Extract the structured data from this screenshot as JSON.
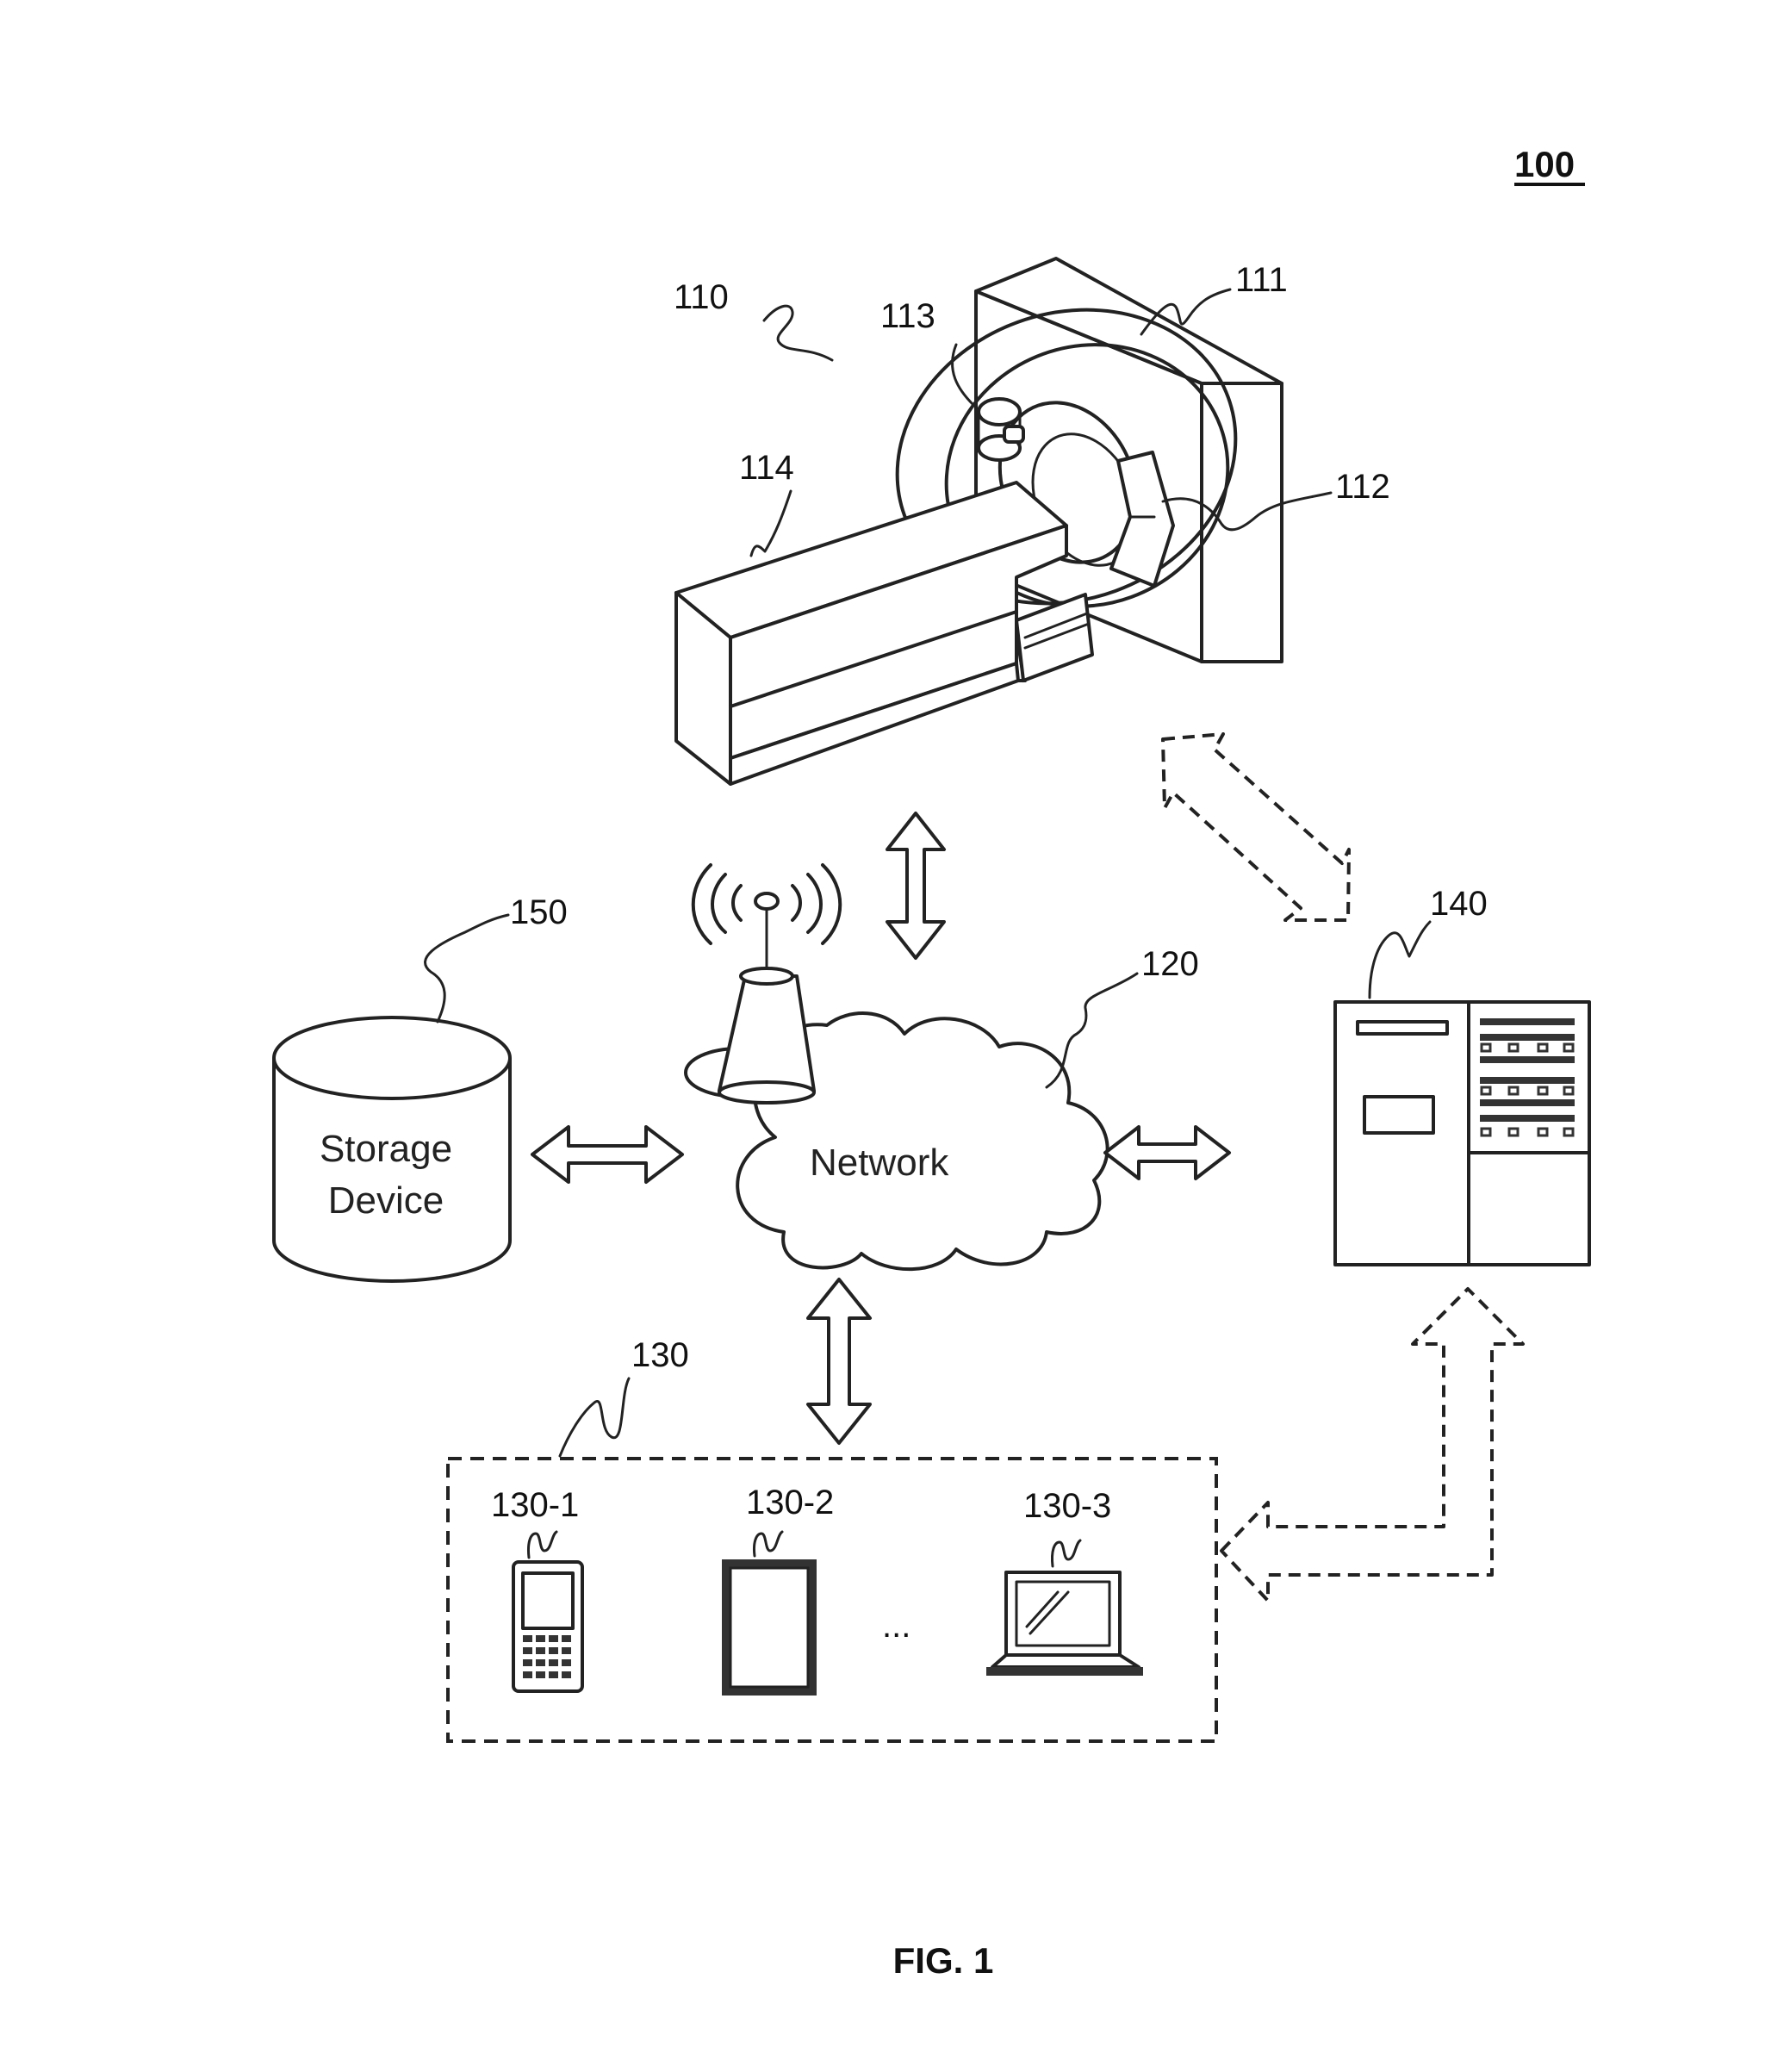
{
  "figure_label": "FIG. 1",
  "system_ref": "100",
  "refs": {
    "scanner": "110",
    "gantry": "111",
    "detector": "112",
    "radiation_source": "113",
    "table": "114",
    "network": "120",
    "terminals": "130",
    "terminal_1": "130-1",
    "terminal_2": "130-2",
    "terminal_3": "130-3",
    "processing_device": "140",
    "storage": "150"
  },
  "labels": {
    "storage_line1": "Storage",
    "storage_line2": "Device",
    "network": "Network",
    "ellipsis": "..."
  }
}
